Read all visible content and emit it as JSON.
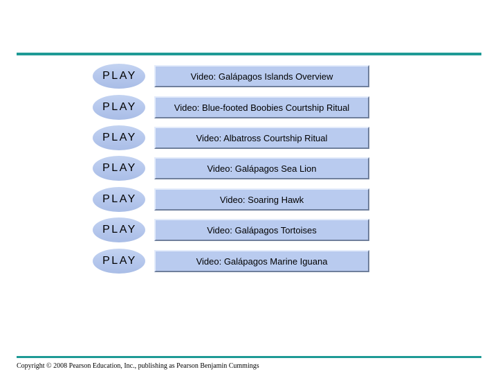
{
  "colors": {
    "accent_rule": "#1e9a95",
    "button_fill": "#b9cbef",
    "play_fill": "#b4c6ec"
  },
  "videos": [
    {
      "play_label": "PLAY",
      "title": "Video: Galápagos Islands Overview"
    },
    {
      "play_label": "PLAY",
      "title": "Video: Blue-footed Boobies Courtship Ritual"
    },
    {
      "play_label": "PLAY",
      "title": "Video: Albatross Courtship Ritual"
    },
    {
      "play_label": "PLAY",
      "title": "Video: Galápagos Sea Lion"
    },
    {
      "play_label": "PLAY",
      "title": "Video: Soaring Hawk"
    },
    {
      "play_label": "PLAY",
      "title": "Video: Galápagos Tortoises"
    },
    {
      "play_label": "PLAY",
      "title": "Video: Galápagos Marine Iguana"
    }
  ],
  "footer": {
    "copyright": "Copyright © 2008 Pearson Education, Inc., publishing as Pearson Benjamin Cummings"
  }
}
